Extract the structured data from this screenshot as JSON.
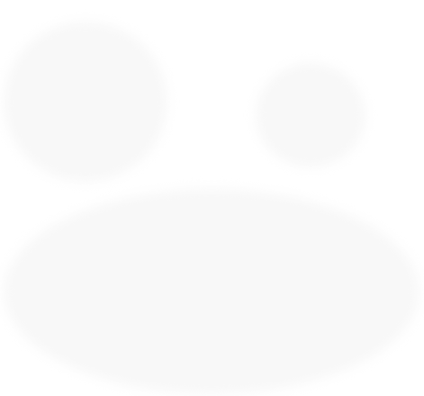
{
  "colors": {
    "background": "#ffffff",
    "shape_fill": "#f8f8f8"
  },
  "shapes": [
    {
      "name": "left-circle-shape"
    },
    {
      "name": "right-circle-shape"
    },
    {
      "name": "bottom-ellipse-shape"
    }
  ]
}
